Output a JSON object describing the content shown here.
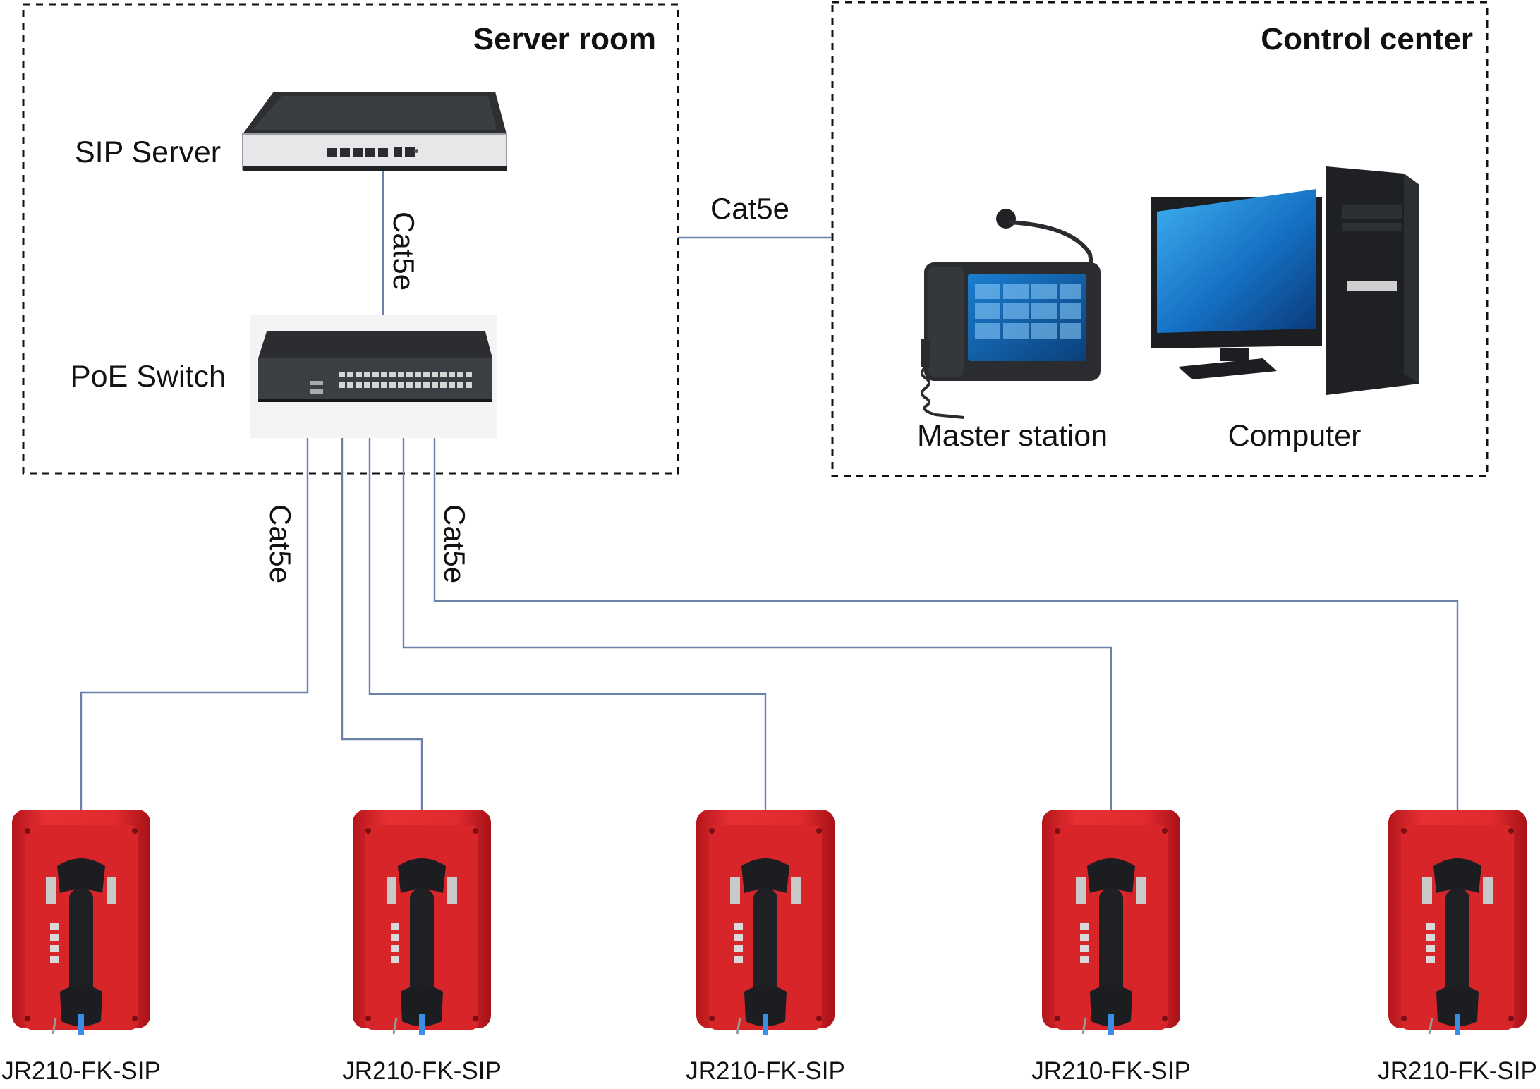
{
  "zones": {
    "server_room": {
      "title": "Server room"
    },
    "control_center": {
      "title": "Control center"
    }
  },
  "devices": {
    "sip_server": {
      "label": "SIP Server",
      "icon": "sip-server-rack-icon"
    },
    "poe_switch": {
      "label": "PoE Switch",
      "icon": "poe-switch-icon"
    },
    "master_station": {
      "label": "Master station",
      "icon": "master-station-icon"
    },
    "computer": {
      "label": "Computer",
      "icon": "desktop-computer-icon"
    }
  },
  "cables": {
    "server_to_switch": "Cat5e",
    "room_to_center": "Cat5e",
    "switch_left": "Cat5e",
    "switch_right": "Cat5e"
  },
  "phones": [
    {
      "label": "JR210-FK-SIP",
      "icon": "emergency-phone-icon"
    },
    {
      "label": "JR210-FK-SIP",
      "icon": "emergency-phone-icon"
    },
    {
      "label": "JR210-FK-SIP",
      "icon": "emergency-phone-icon"
    },
    {
      "label": "JR210-FK-SIP",
      "icon": "emergency-phone-icon"
    },
    {
      "label": "JR210-FK-SIP",
      "icon": "emergency-phone-icon"
    }
  ],
  "colors": {
    "cable": "#6b82a8",
    "phone_red": "#e0262a",
    "device_dark": "#2a2c30"
  }
}
